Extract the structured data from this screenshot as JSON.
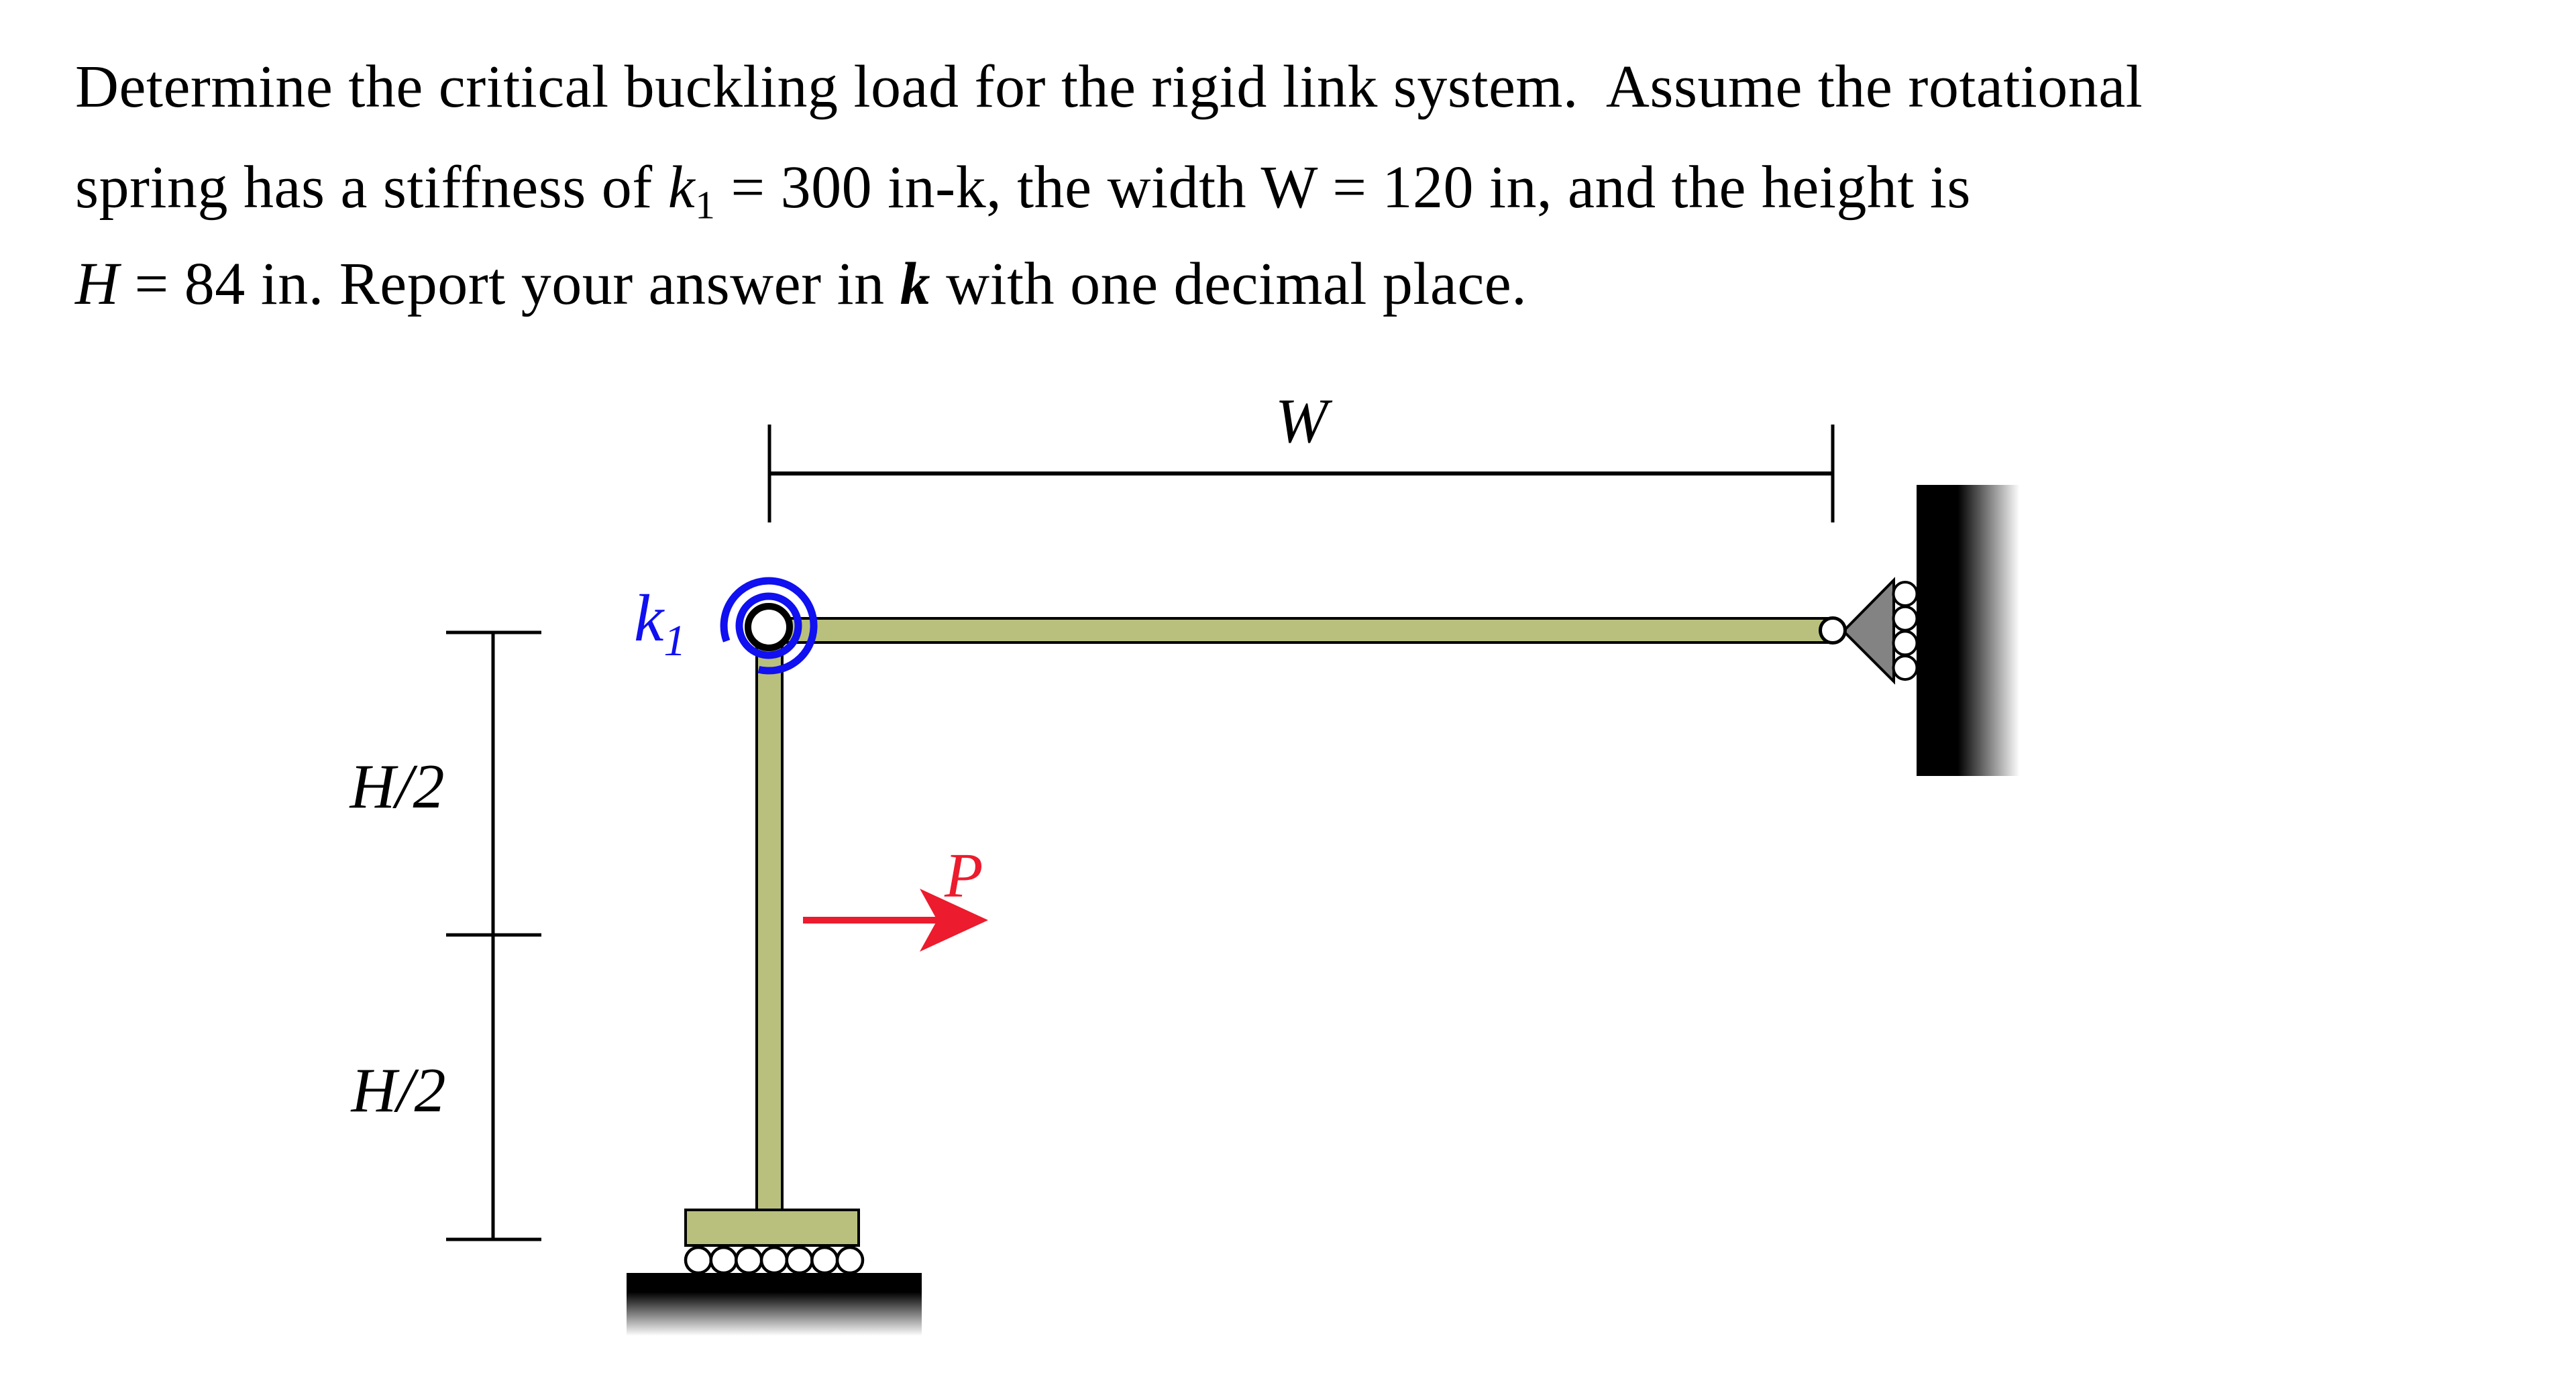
{
  "problem": {
    "line1": "Determine the critical buckling load for the rigid link system.  Assume the rotational",
    "line2_pre": "spring has a stiffness of ",
    "line2_k": "k",
    "line2_k_sub": "1",
    "line2_post": " = 300 in-k, the width W = 120 in, and the height is",
    "line3_H": "H",
    "line3_mid": " = 84 in. Report your answer in ",
    "line3_k": "k",
    "line3_post": " with one decimal place."
  },
  "diagram": {
    "width_label": "W",
    "height_upper_label": "H/2",
    "height_lower_label": "H/2",
    "spring_label": "k",
    "spring_label_sub": "1",
    "load_label": "P",
    "colors": {
      "member": "#b9c07e",
      "spring": "#1010f0",
      "load": "#ec1b2d",
      "support_triangle": "#838383",
      "outline": "#000000"
    }
  }
}
